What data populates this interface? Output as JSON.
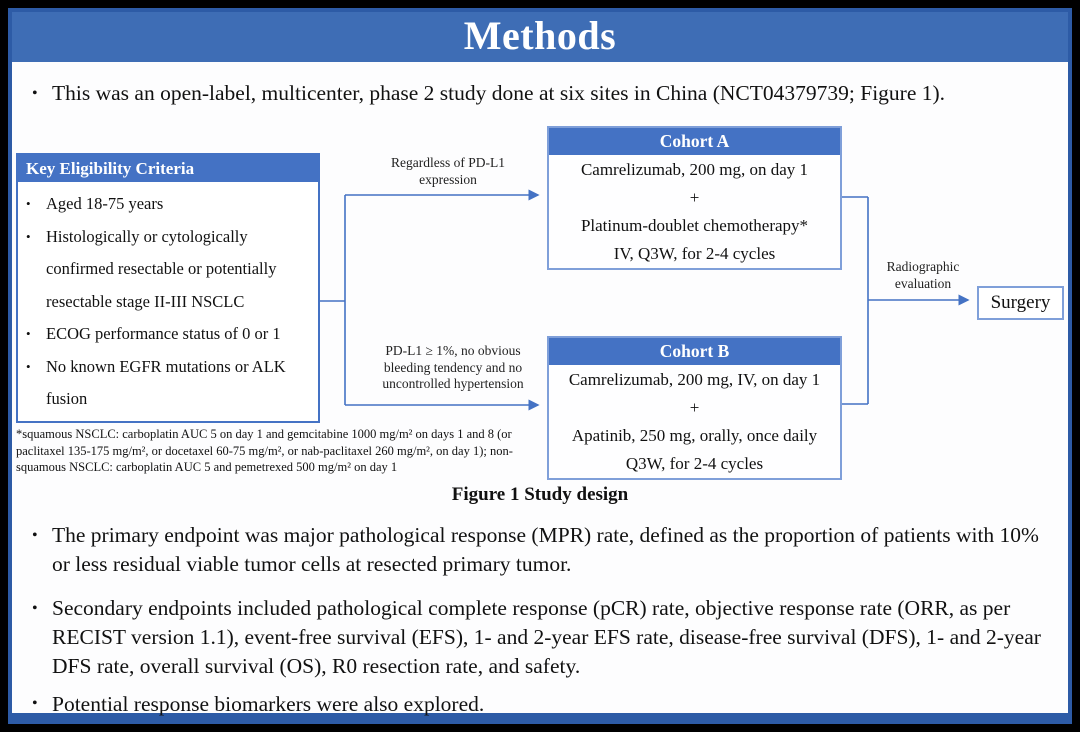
{
  "title": "Methods",
  "intro_bullet": "This was an open-label, multicenter, phase 2 study done at six sites in China (NCT04379739; Figure 1).",
  "figure": {
    "eligibility": {
      "header": "Key  Eligibility Criteria",
      "items": [
        "Aged 18-75 years",
        "Histologically or cytologically confirmed resectable or potentially resectable stage II-III NSCLC",
        "ECOG performance status of 0 or 1",
        "No known EGFR mutations or ALK fusion"
      ]
    },
    "branch_a_label": "Regardless of PD-L1 expression",
    "branch_b_label": "PD-L1 ≥ 1%, no obvious bleeding tendency and no uncontrolled hypertension",
    "cohort_a": {
      "header": "Cohort A",
      "lines": [
        "Camrelizumab, 200 mg, on day 1",
        "+",
        "Platinum-doublet chemotherapy*",
        "IV, Q3W, for 2-4 cycles"
      ]
    },
    "cohort_b": {
      "header": "Cohort B",
      "lines": [
        "Camrelizumab, 200 mg, IV, on day 1",
        "+",
        "Apatinib, 250 mg, orally, once daily",
        "Q3W, for 2-4 cycles"
      ]
    },
    "evaluation_label": "Radiographic evaluation",
    "surgery_label": "Surgery",
    "footnote": "*squamous NSCLC: carboplatin AUC 5 on day 1 and gemcitabine 1000 mg/m² on days 1 and 8 (or paclitaxel 135-175 mg/m², or docetaxel 60-75 mg/m², or nab-paclitaxel 260 mg/m², on day 1); non-squamous NSCLC: carboplatin AUC 5 and pemetrexed 500 mg/m² on day 1",
    "caption": "Figure 1 Study design"
  },
  "bullets": [
    "The primary endpoint was major pathological response (MPR) rate, defined as the proportion of patients with 10% or less residual viable tumor cells at resected primary tumor.",
    "Secondary endpoints included pathological complete response (pCR) rate, objective response rate (ORR, as per RECIST version 1.1), event-free survival (EFS), 1- and 2-year EFS rate, disease-free survival (DFS), 1- and 2-year DFS rate, overall survival (OS), R0 resection rate, and safety.",
    "Potential response biomarkers were also explored."
  ],
  "bullet_glyph": "•",
  "colors": {
    "banner_blue": "#3e6db5",
    "header_blue": "#4472c4",
    "frame_blue": "#2d5ba6",
    "box_border_blue": "#7f9fd9",
    "connector_blue": "#4472c4",
    "page_background": "#000000",
    "slide_background": "#fdfdfe",
    "text_color": "#111111"
  }
}
